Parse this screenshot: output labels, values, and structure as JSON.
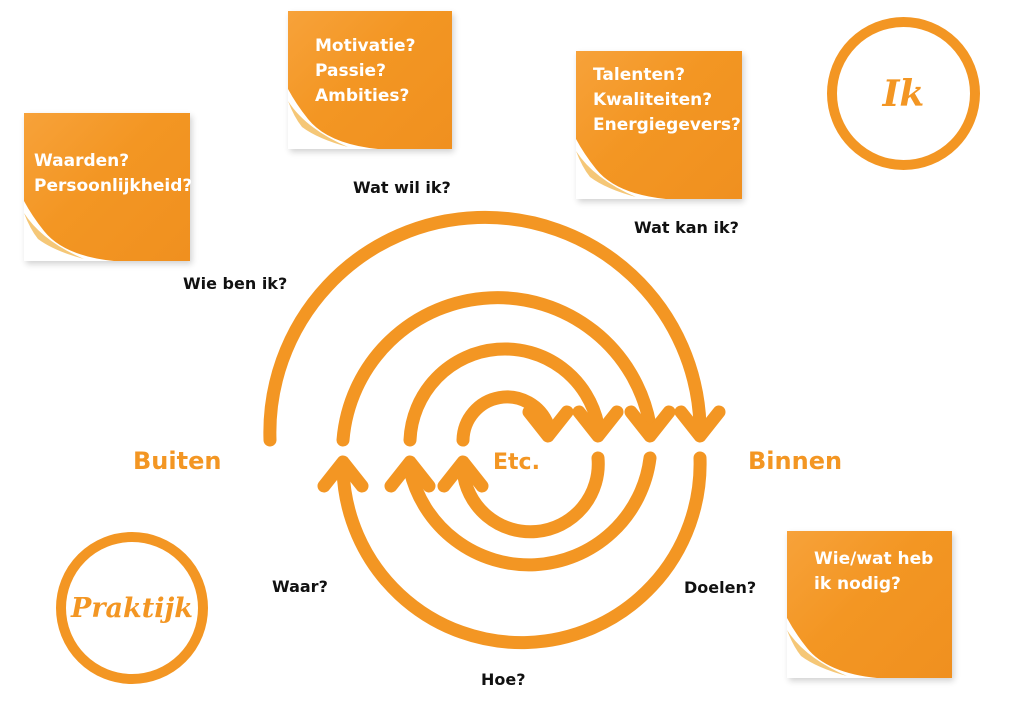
{
  "notes": {
    "waarden": [
      "Waarden?",
      "Persoonlijkheid?"
    ],
    "motivatie": [
      "Motivatie?",
      "Passie?",
      "Ambities?"
    ],
    "talenten": [
      "Talenten?",
      "Kwaliteiten?",
      "Energiegevers?"
    ],
    "nodig": [
      "Wie/wat heb",
      "ik nodig?"
    ]
  },
  "questions": {
    "wie_ben_ik": "Wie ben ik?",
    "wat_wil_ik": "Wat wil ik?",
    "wat_kan_ik": "Wat kan ik?",
    "waar": "Waar?",
    "doelen": "Doelen?",
    "hoe": "Hoe?"
  },
  "sides": {
    "buiten": "Buiten",
    "binnen": "Binnen",
    "etc": "Etc."
  },
  "circles": {
    "ik": "Ik",
    "praktijk": "Praktijk"
  },
  "colors": {
    "accent": "#f39623",
    "note": "#f39623",
    "text": "#111111"
  }
}
